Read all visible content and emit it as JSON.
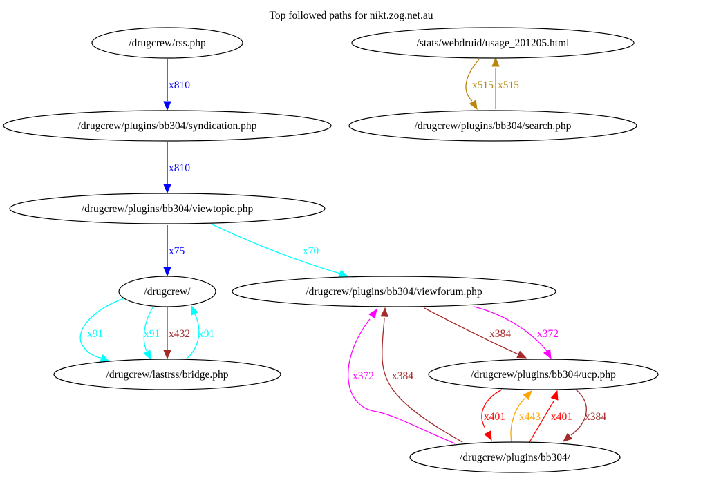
{
  "title": "Top followed paths for nikt.zog.net.au",
  "nodes": [
    {
      "id": "rss",
      "label": "/drugcrew/rss.php"
    },
    {
      "id": "synd",
      "label": "/drugcrew/plugins/bb304/syndication.php"
    },
    {
      "id": "vtopic",
      "label": "/drugcrew/plugins/bb304/viewtopic.php"
    },
    {
      "id": "drugcrew",
      "label": "/drugcrew/"
    },
    {
      "id": "bridge",
      "label": "/drugcrew/lastrss/bridge.php"
    },
    {
      "id": "vforum",
      "label": "/drugcrew/plugins/bb304/viewforum.php"
    },
    {
      "id": "ucp",
      "label": "/drugcrew/plugins/bb304/ucp.php"
    },
    {
      "id": "bb304",
      "label": "/drugcrew/plugins/bb304/"
    },
    {
      "id": "usage",
      "label": "/stats/webdruid/usage_201205.html"
    },
    {
      "id": "search",
      "label": "/drugcrew/plugins/bb304/search.php"
    }
  ],
  "edges": [
    {
      "id": "rss-synd",
      "from": "rss",
      "to": "synd",
      "label": "x810",
      "color": "#0000ff"
    },
    {
      "id": "synd-vtopic",
      "from": "synd",
      "to": "vtopic",
      "label": "x810",
      "color": "#0000ff"
    },
    {
      "id": "vtopic-drugcrew",
      "from": "vtopic",
      "to": "drugcrew",
      "label": "x75",
      "color": "#0000ff"
    },
    {
      "id": "vtopic-vforum",
      "from": "vtopic",
      "to": "vforum",
      "label": "x70",
      "color": "#00ffff"
    },
    {
      "id": "drugcrew-bridge-a",
      "from": "drugcrew",
      "to": "bridge",
      "label": "x91",
      "color": "#00ffff"
    },
    {
      "id": "drugcrew-bridge-b",
      "from": "drugcrew",
      "to": "bridge",
      "label": "x91",
      "color": "#00ffff"
    },
    {
      "id": "drugcrew-bridge-c",
      "from": "drugcrew",
      "to": "bridge",
      "label": "x432",
      "color": "#a52a2a"
    },
    {
      "id": "bridge-drugcrew",
      "from": "bridge",
      "to": "drugcrew",
      "label": "x91",
      "color": "#00ffff"
    },
    {
      "id": "vforum-ucp-a",
      "from": "vforum",
      "to": "ucp",
      "label": "x384",
      "color": "#a52a2a"
    },
    {
      "id": "vforum-ucp-b",
      "from": "vforum",
      "to": "ucp",
      "label": "x372",
      "color": "#ff00ff"
    },
    {
      "id": "bb304-vforum-a",
      "from": "bb304",
      "to": "vforum",
      "label": "x372",
      "color": "#ff00ff"
    },
    {
      "id": "bb304-vforum-b",
      "from": "bb304",
      "to": "vforum",
      "label": "x384",
      "color": "#a52a2a"
    },
    {
      "id": "ucp-bb304-a",
      "from": "ucp",
      "to": "bb304",
      "label": "x401",
      "color": "#ff0000"
    },
    {
      "id": "bb304-ucp-a",
      "from": "bb304",
      "to": "ucp",
      "label": "x443",
      "color": "#ffa500"
    },
    {
      "id": "bb304-ucp-b",
      "from": "bb304",
      "to": "ucp",
      "label": "x401",
      "color": "#ff0000"
    },
    {
      "id": "ucp-bb304-b",
      "from": "ucp",
      "to": "bb304",
      "label": "x384",
      "color": "#a52a2a"
    },
    {
      "id": "usage-search",
      "from": "usage",
      "to": "search",
      "label": "x515",
      "color": "#b8860b"
    },
    {
      "id": "search-usage",
      "from": "search",
      "to": "usage",
      "label": "x515",
      "color": "#b8860b"
    }
  ]
}
